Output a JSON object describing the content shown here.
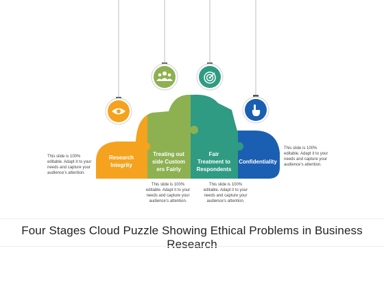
{
  "segments": [
    {
      "label": "Research\nIntegrity",
      "color": "#F5A21E",
      "icon": "eye-icon"
    },
    {
      "label": "Treating out\nside Custom\ners Fairly",
      "color": "#8DB151",
      "icon": "people-icon"
    },
    {
      "label": "Fair\nTreatment to\nRespondents",
      "color": "#2F9B82",
      "icon": "target-icon"
    },
    {
      "label": "Confidentiality",
      "color": "#1B5FB2",
      "icon": "hand-pointer-icon"
    }
  ],
  "notes": {
    "left": "This slide is 100%\neditable. Adapt it to your\nneeds and capture your\naudience’s attention.",
    "right": "This slide is 100%\neditable. Adapt it to your\nneeds and capture your\naudience’s attention.",
    "bottom_1": "This slide is 100%\neditable. Adapt it to your\nneeds and capture your\naudience’s attention.",
    "bottom_2": "This slide is 100%\neditable. Adapt it to your\nneeds and capture your\naudience’s attention."
  },
  "title": "Four Stages Cloud Puzzle Showing Ethical Problems in Business Research"
}
